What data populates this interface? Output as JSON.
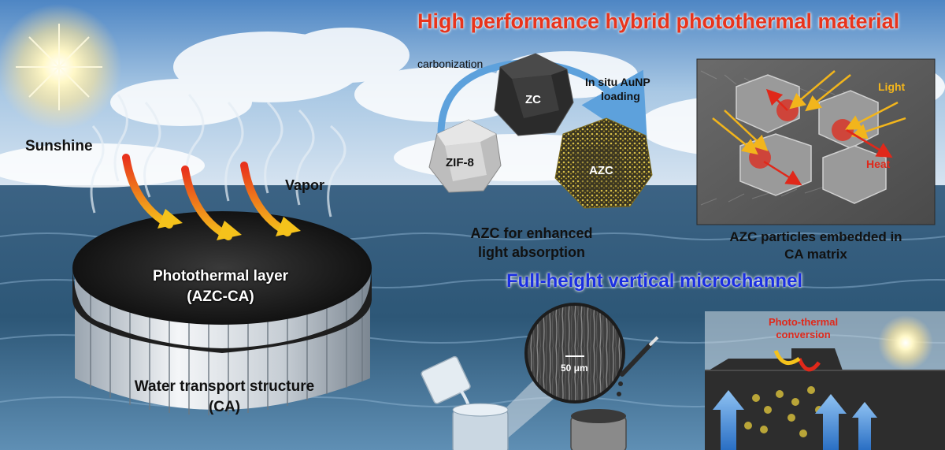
{
  "main_title": "High performance hybrid photothermal material",
  "sub_title": "Full-height vertical microchannel",
  "left": {
    "sunshine": "Sunshine",
    "vapor": "Vapor",
    "photothermal_layer": "Photothermal layer",
    "photothermal_layer_code": "(AZC-CA)",
    "water_transport": "Water transport structure",
    "water_transport_code": "(CA)"
  },
  "synthesis": {
    "carbonization": "carbonization",
    "loading_line1": "In situ AuNP",
    "loading_line2": "loading",
    "zif8": "ZIF-8",
    "zc": "ZC",
    "azc": "AZC",
    "caption_line1": "AZC for enhanced",
    "caption_line2": "light absorption"
  },
  "sem_panel": {
    "light": "Light",
    "heat": "Heat",
    "caption_line1": "AZC particles embedded in",
    "caption_line2": "CA matrix"
  },
  "microchannel": {
    "scale": "50 μm"
  },
  "conversion_panel": {
    "line1": "Photo-thermal",
    "line2": "conversion"
  },
  "colors": {
    "title_red": "#e8341c",
    "title_blue": "#1a2ee0",
    "arrow_orange": "#f29a1c",
    "heat_red": "#e0281a",
    "gold": "#c9b23a"
  }
}
